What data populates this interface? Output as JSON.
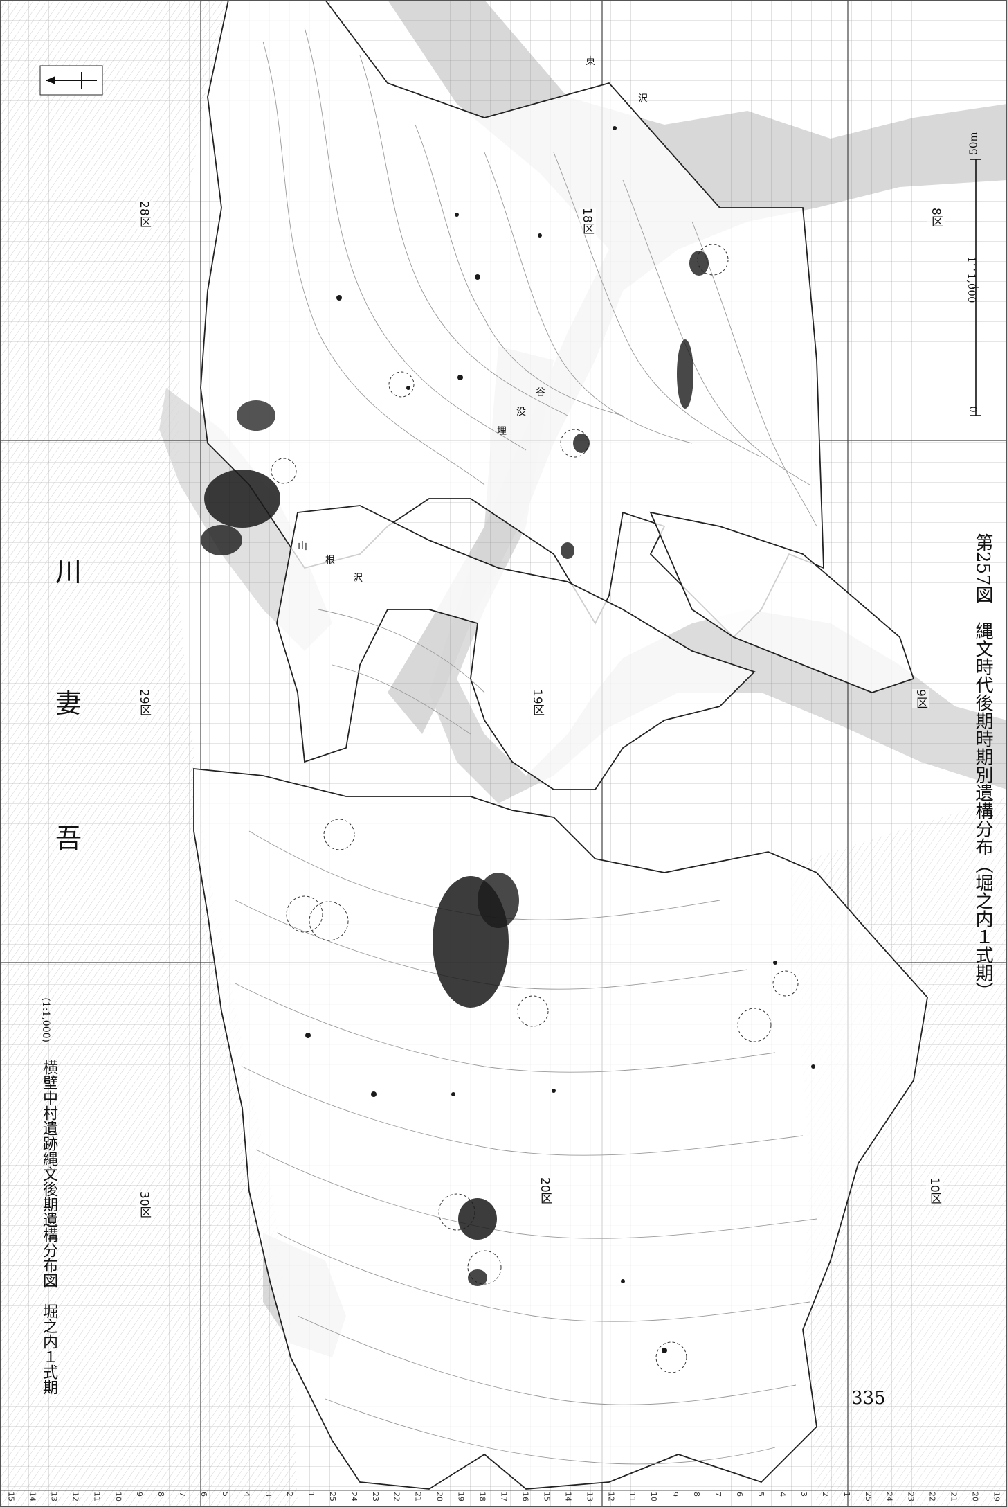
{
  "header": {
    "title": "横壁中村遺跡縄文後期遺構分布図　堀之内１式期",
    "scale_note": "(1:1,000)"
  },
  "figure": {
    "caption": "第257図　縄文時代後期時期別遺構分布（堀之内１式期）"
  },
  "river": {
    "chars": [
      "吾",
      "妻",
      "川"
    ]
  },
  "zones": [
    {
      "label": "28区"
    },
    {
      "label": "29区"
    },
    {
      "label": "30区"
    },
    {
      "label": "18区"
    },
    {
      "label": "19区"
    },
    {
      "label": "20区"
    },
    {
      "label": "8区"
    },
    {
      "label": "9区"
    },
    {
      "label": "10区"
    }
  ],
  "streams": [
    {
      "name": "東沢",
      "chars": [
        "東",
        "沢"
      ]
    },
    {
      "name": "山根沢",
      "chars": [
        "山",
        "根",
        "沢"
      ]
    },
    {
      "name": "埋没谷",
      "chars": [
        "埋",
        "没",
        "谷"
      ]
    }
  ],
  "scale_bar": {
    "ratio": "1：1,000",
    "start": "0",
    "end": "50m"
  },
  "page": {
    "number": "335"
  },
  "bottom_edge_numbers": [
    "15",
    "14",
    "13",
    "12",
    "11",
    "10",
    "9",
    "8",
    "7",
    "6",
    "5",
    "4",
    "3",
    "2",
    "1",
    "25",
    "24",
    "23",
    "22",
    "21",
    "20",
    "19",
    "18",
    "17",
    "16",
    "15",
    "14",
    "13",
    "12",
    "11",
    "10",
    "9",
    "8",
    "7",
    "6",
    "5",
    "4",
    "3",
    "2",
    "1",
    "25",
    "24",
    "23",
    "22",
    "21",
    "20",
    "19"
  ],
  "colors": {
    "ink": "#222222",
    "grid": "#777777",
    "shade": "#d2d2d2",
    "paper": "#ffffff"
  }
}
